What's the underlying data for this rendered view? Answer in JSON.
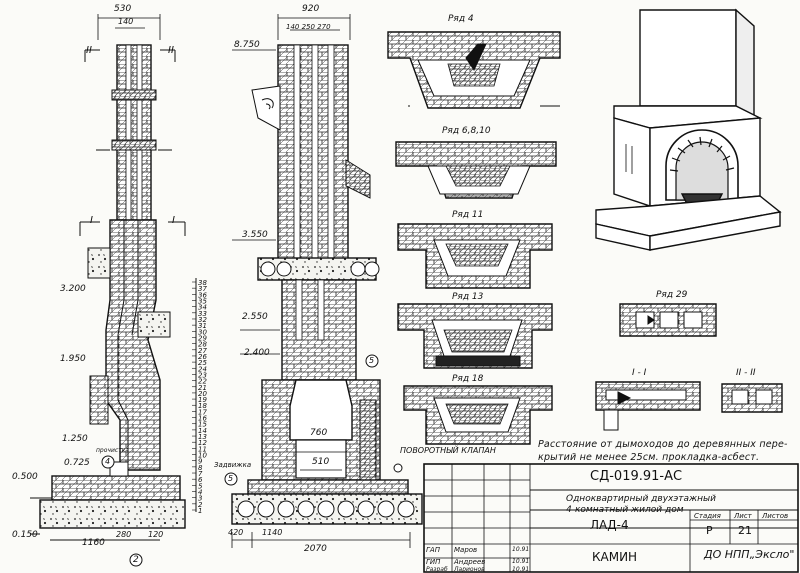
{
  "sheet": {
    "doc_code": "СД-019.91-АС",
    "project_line1": "Одноквартирный  двухэтажный",
    "project_line2": "4-комнатный жилой дом",
    "sheet_name": "ЛАД-4",
    "drawing_title": "КАМИН",
    "org": "ДО НПП„Эксло\"",
    "stage_label": "Стадия",
    "stage": "Р",
    "sheet_label": "Лист",
    "sheet_no": "21",
    "sheets_label": "Листов",
    "signatures": [
      {
        "role": "ГАП",
        "name": "Маров",
        "date": "10.91"
      },
      {
        "role": "ГИП",
        "name": "Андреев",
        "date": "10.91"
      },
      {
        "role": "Разраб",
        "name": "Ларионов",
        "date": "10.91"
      }
    ],
    "note_line1": "Расстояние от дымоходов до деревянных пере-",
    "note_line2": "крытий не менее 25см. прокладка-асбест."
  },
  "labels": {
    "row4": "Ряд 4",
    "row6810": "Ряд 6,8,10",
    "row11": "Ряд 11",
    "row13": "Ряд 13",
    "row18": "Ряд 18",
    "row29": "Ряд 29",
    "section1": "I - I",
    "section2": "II - II",
    "cut1_left": "I",
    "cut1_right": "I",
    "cut2_left": "II",
    "cut2_right": "II",
    "valve": "ПОВОРОТНЫЙ КЛАПАН",
    "damper": "Задвижка",
    "cleanout": "прочистка",
    "circle2": "2",
    "circle5a": "5",
    "circle5b": "5",
    "circle4": "4"
  },
  "dims": {
    "top530": "530",
    "top140": "140",
    "top920": "920",
    "top_small": "140 250 270",
    "w760": "760",
    "w510": "510",
    "b1160": "1160",
    "b280": "280",
    "b120": "120",
    "b2070": "2070",
    "b420": "420",
    "b1140": "1140"
  },
  "levels": {
    "l8750": "8.750",
    "l3550": "3.550",
    "l3200": "3.200",
    "l2550": "2.550",
    "l2400": "2.400",
    "l1950": "1.950",
    "l1250": "1.250",
    "l0725": "0.725",
    "l0500": "0.500",
    "l0150": "0.150"
  },
  "rows": [
    "38",
    "37",
    "36",
    "35",
    "34",
    "33",
    "32",
    "31",
    "30",
    "29",
    "28",
    "27",
    "26",
    "25",
    "24",
    "23",
    "22",
    "21",
    "20",
    "19",
    "18",
    "17",
    "16",
    "15",
    "14",
    "13",
    "12",
    "11",
    "10",
    "9",
    "8",
    "7",
    "6",
    "5",
    "4",
    "3",
    "2",
    "1"
  ]
}
